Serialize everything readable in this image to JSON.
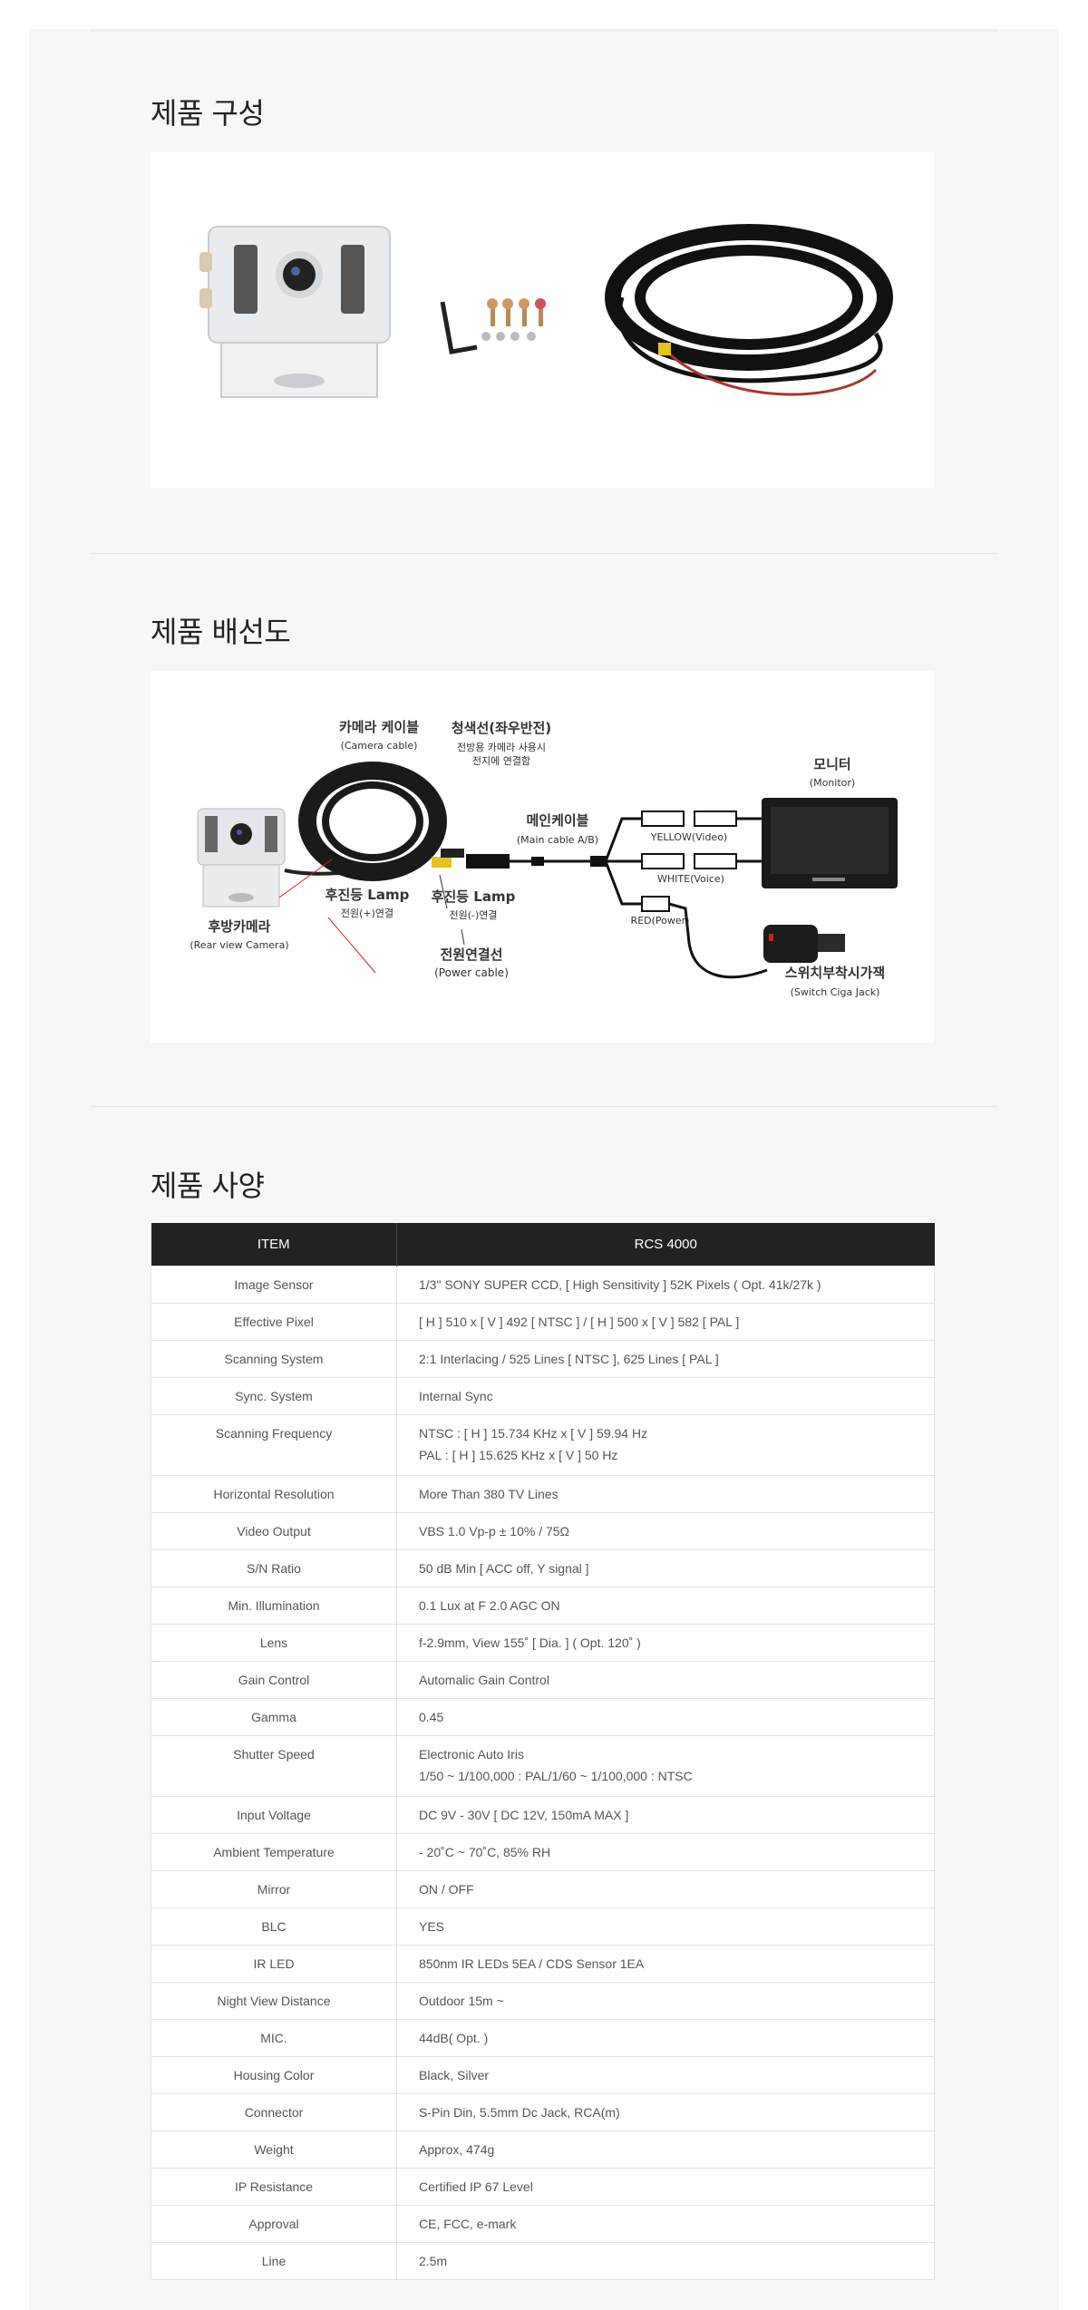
{
  "sections": {
    "composition_title": "제품 구성",
    "wiring_title": "제품 배선도",
    "spec_title": "제품 사양"
  },
  "wiring": {
    "camera_cable": "카메라 케이블",
    "camera_cable_en": "(Camera cable)",
    "blue_line": "청색선(좌우반전)",
    "blue_line_note1": "전방용 카메라 사용시",
    "blue_line_note2": "전지에 연결함",
    "monitor": "모니터",
    "monitor_en": "(Monitor)",
    "main_cable": "메인케이블",
    "main_cable_en": "(Main cable A/B)",
    "yellow": "YELLOW(Video)",
    "white": "WHITE(Voice)",
    "red": "RED(Power)",
    "ciga_jack": "스위치부착시가잭",
    "ciga_jack_en": "(Switch Ciga Jack)",
    "rear_camera": "후방카메라",
    "rear_camera_en": "(Rear view Camera)",
    "lamp_plus": "후진등 Lamp",
    "lamp_plus_note": "전원(+)연결",
    "lamp_minus": "후진등 Lamp",
    "lamp_minus_note": "전원(-)연결",
    "power_cable": "전원연결선",
    "power_cable_en": "(Power cable)"
  },
  "spec_table": {
    "headers": [
      "ITEM",
      "RCS 4000"
    ],
    "rows": [
      {
        "item": "Image Sensor",
        "value": [
          "1/3\" SONY SUPER CCD, [ High Sensitivity ] 52K Pixels ( Opt. 41k/27k )"
        ]
      },
      {
        "item": "Effective Pixel",
        "value": [
          "[ H ] 510 x [ V ] 492 [ NTSC ] / [ H ] 500 x [ V ] 582 [ PAL ]"
        ]
      },
      {
        "item": "Scanning System",
        "value": [
          "2:1 Interlacing / 525 Lines [ NTSC ], 625 Lines [ PAL ]"
        ]
      },
      {
        "item": "Sync. System",
        "value": [
          "Internal Sync"
        ]
      },
      {
        "item": "Scanning Frequency",
        "value": [
          "NTSC : [ H ] 15.734 KHz x [ V ] 59.94 Hz",
          "PAL : [ H ] 15.625 KHz x [ V ] 50 Hz"
        ]
      },
      {
        "item": "Horizontal Resolution",
        "value": [
          "More Than 380 TV Lines"
        ]
      },
      {
        "item": "Video Output",
        "value": [
          "VBS 1.0 Vp-p ± 10% / 75Ω"
        ]
      },
      {
        "item": "S/N Ratio",
        "value": [
          "50 dB Min [ ACC off, Y signal ]"
        ]
      },
      {
        "item": "Min. Illumination",
        "value": [
          "0.1 Lux at F 2.0 AGC ON"
        ]
      },
      {
        "item": "Lens",
        "value": [
          "f-2.9mm, View 155˚ [ Dia. ] ( Opt. 120˚ )"
        ]
      },
      {
        "item": "Gain Control",
        "value": [
          "Automalic Gain Control"
        ]
      },
      {
        "item": "Gamma",
        "value": [
          "0.45"
        ]
      },
      {
        "item": "Shutter Speed",
        "value": [
          "Electronic Auto Iris",
          "1/50 ~ 1/100,000 : PAL/1/60 ~ 1/100,000 : NTSC"
        ]
      },
      {
        "item": "Input Voltage",
        "value": [
          "DC 9V - 30V [ DC 12V, 150mA MAX ]"
        ]
      },
      {
        "item": "Ambient Temperature",
        "value": [
          "- 20˚C ~ 70˚C, 85% RH"
        ]
      },
      {
        "item": "Mirror",
        "value": [
          "ON / OFF"
        ]
      },
      {
        "item": "BLC",
        "value": [
          "YES"
        ]
      },
      {
        "item": "IR LED",
        "value": [
          "850nm IR LEDs 5EA / CDS Sensor 1EA"
        ]
      },
      {
        "item": "Night View Distance",
        "value": [
          "Outdoor 15m ~"
        ]
      },
      {
        "item": "MIC.",
        "value": [
          "44dB( Opt. )"
        ]
      },
      {
        "item": "Housing Color",
        "value": [
          "Black, Silver"
        ]
      },
      {
        "item": "Connector",
        "value": [
          "S-Pin Din, 5.5mm Dc Jack, RCA(m)"
        ]
      },
      {
        "item": "Weight",
        "value": [
          "Approx, 474g"
        ]
      },
      {
        "item": "IP Resistance",
        "value": [
          "Certified IP 67 Level"
        ]
      },
      {
        "item": "Approval",
        "value": [
          "CE, FCC, e-mark"
        ]
      },
      {
        "item": "Line",
        "value": [
          "2.5m"
        ]
      }
    ]
  }
}
